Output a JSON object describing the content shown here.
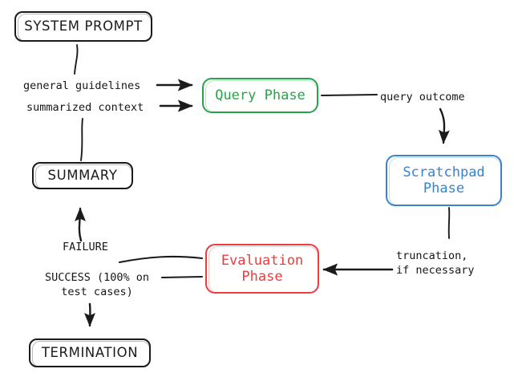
{
  "diagram": {
    "title": "Agent loop flow diagram",
    "background": "#ffffff",
    "colors": {
      "terminal": "#1b1b1b",
      "query_phase": "#2aa14b",
      "scratchpad_phase": "#3b82cc",
      "evaluation_phase": "#ef3b3b",
      "edge": "#1b1b1b"
    },
    "nodes": [
      {
        "id": "system_prompt",
        "label": "SYSTEM PROMPT",
        "kind": "terminal"
      },
      {
        "id": "summary",
        "label": "SUMMARY",
        "kind": "terminal"
      },
      {
        "id": "termination",
        "label": "TERMINATION",
        "kind": "terminal"
      },
      {
        "id": "query_phase",
        "label": "Query Phase",
        "kind": "phase",
        "color": "#2aa14b"
      },
      {
        "id": "scratchpad_phase",
        "label": "Scratchpad\nPhase",
        "kind": "phase",
        "color": "#3b82cc"
      },
      {
        "id": "evaluation_phase",
        "label": "Evaluation\nPhase",
        "kind": "phase",
        "color": "#ef3b3b"
      }
    ],
    "edge_labels": [
      {
        "id": "general_guidelines",
        "text": "general guidelines"
      },
      {
        "id": "summarized_context",
        "text": "summarized context"
      },
      {
        "id": "query_outcome",
        "text": "query outcome"
      },
      {
        "id": "truncation",
        "text": "truncation,\nif necessary"
      },
      {
        "id": "failure",
        "text": "FAILURE"
      },
      {
        "id": "success",
        "text": "SUCCESS (100% on\ntest cases)"
      }
    ]
  }
}
